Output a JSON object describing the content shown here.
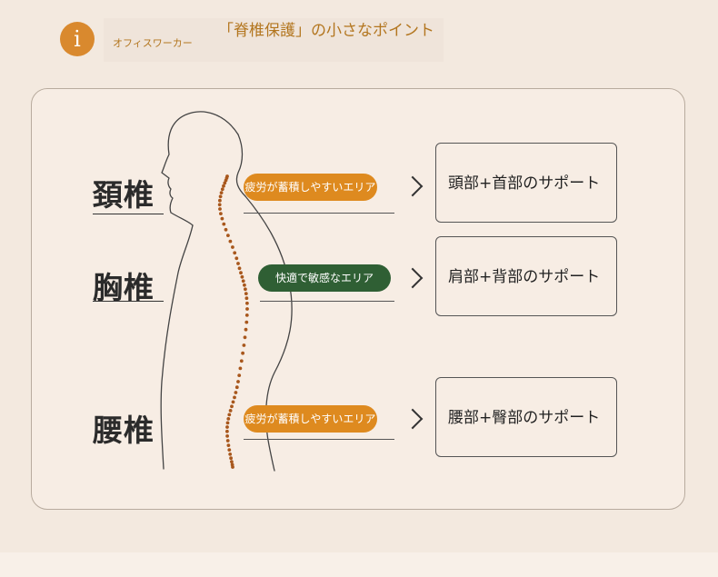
{
  "header": {
    "badge_icon": "i",
    "subtitle": "オフィスワーカー",
    "title": "「脊椎保護」の小さなポイント"
  },
  "colors": {
    "accent_orange": "#de8a1f",
    "accent_green": "#2f5f34",
    "background": "#f3e9df"
  },
  "sections": [
    {
      "label": "頚椎",
      "tag": "疲労が蓄積しやすいエリア",
      "support": "頭部+首部のサポート"
    },
    {
      "label": "胸椎",
      "tag": "快適で敏感なエリア",
      "support": "肩部+背部のサポート"
    },
    {
      "label": "腰椎",
      "tag": "疲労が蓄積しやすいエリア",
      "support": "腰部+臀部のサポート"
    }
  ]
}
